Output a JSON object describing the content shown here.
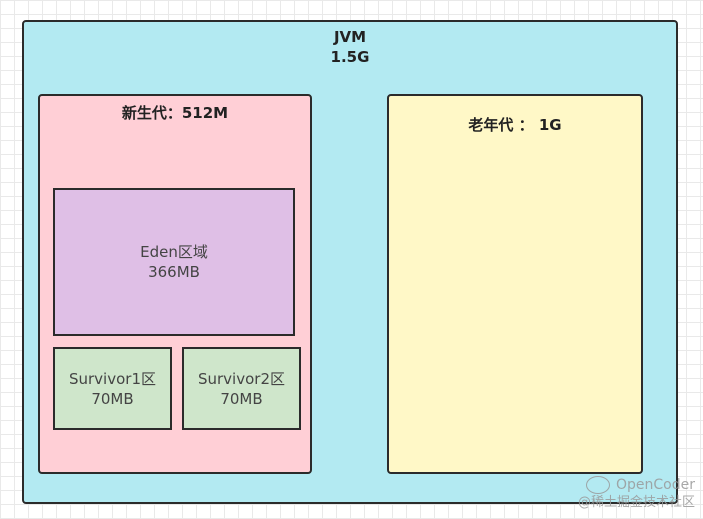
{
  "jvm": {
    "title": "JVM",
    "size": "1.5G",
    "color": "#b3eaf2"
  },
  "young_gen": {
    "title": "新生代：512M",
    "color": "#ffcfd6",
    "eden": {
      "name": "Eden区域",
      "size": "366MB",
      "color": "#dfbfe6"
    },
    "survivor1": {
      "name": "Survivor1区",
      "size": "70MB",
      "color": "#cfe6cb"
    },
    "survivor2": {
      "name": "Survivor2区",
      "size": "70MB",
      "color": "#cfe6cb"
    }
  },
  "old_gen": {
    "title": "老年代 ： 1G",
    "color": "#fff8c7"
  },
  "watermark": {
    "line1": "OpenCoder",
    "line2": "@稀土掘金技术社区",
    "icon": "wechat-icon"
  }
}
